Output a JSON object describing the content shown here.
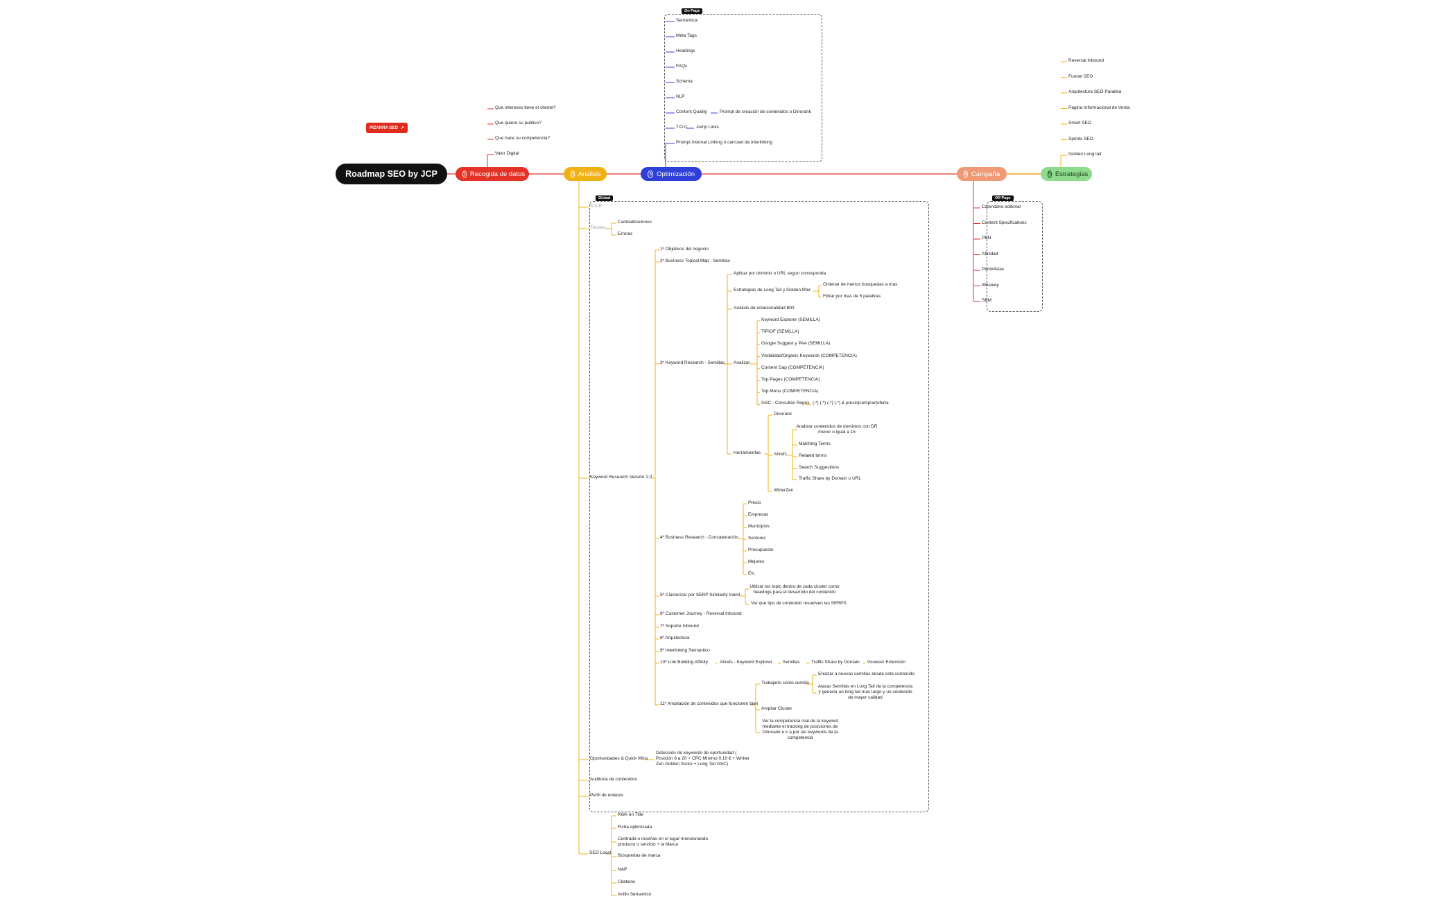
{
  "root": {
    "title": "Roadmap SEO by JCP"
  },
  "board_link": {
    "label": "PIZARRA SEO",
    "icon": "external-link-icon"
  },
  "branches": {
    "recogida": {
      "number": "1",
      "label": "Recogida de datos",
      "color": "#e53227",
      "items": [
        "Que intereses tiene el cliente?",
        "Que quiere su publico?",
        "Que hace su competencia?",
        "Valor Digital"
      ]
    },
    "analisis": {
      "number": "2",
      "label": "Análisis",
      "color": "#f0b114"
    },
    "contenido": {
      "number": "3",
      "label": "Optimización",
      "color": "#2f40d8"
    },
    "campana": {
      "number": "4",
      "label": "Campaña",
      "color": "#ef9a75"
    },
    "estrategias": {
      "number": "5",
      "label": "Estrategias",
      "color": "#8edb8e",
      "items": [
        "Reversal Inbound",
        "Funnel SEO",
        "Arquitectura SEO Paralela",
        "Pagina Informacional de Venta",
        "Smart SEO",
        "Sprints SEO",
        "Golden Long tail"
      ]
    }
  },
  "onpage": {
    "tag": "On Page",
    "items": [
      "Semántica",
      "Meta Tags",
      "Headings",
      "FAQs",
      "Schema",
      "NLP",
      "Content Quality",
      "T.O.C",
      "Prompt Internal Linking o carrusel de interlinking"
    ],
    "content_quality_child": "Prompt de creación de contenidos o Dinorank",
    "toc_child": "Jump Links"
  },
  "offpage": {
    "tag": "Off Page",
    "items": [
      "Calendario editorial",
      "Content Specifications",
      "PBN",
      "Afinidad",
      "Periodistas",
      "Wesleey",
      "SBM"
    ]
  },
  "global": {
    "tag": "Global",
    "sxr": "S.X.R",
    "tecnico": "Técnico",
    "tecnico_items": [
      "Canibalizaciones",
      "Errores"
    ],
    "kr": "Keyword Research Versión 2.0",
    "steps": [
      "1º Objetivos del negocio",
      "2º Business Topical Map - Semillas",
      "3º Keyword Research - Semillas",
      "4º Business Research - Concatenación",
      "5º Clusterizar por SERP Similarity Intent",
      "6º Customer Journey - Reversal Inbound",
      "7º Soporte Inbound",
      "8º Arquitectura",
      "9º Interlinking Semantico",
      "10º Link Building Affinity",
      "11º Ampliación de contenidos que funcionen bien"
    ],
    "kr3": {
      "aplicar": "Aplicar por dominio o URL segun corresponda",
      "estrategias": "Estrategias de Long Tail y Golden filter",
      "estrategias_children": [
        "Ordenar de menos busquedas a mas",
        "Filtrar por mas de 5 palabras"
      ],
      "estacionalidad": "Análisis de estacionalidad BIG",
      "analizar": "Analizar",
      "analizar_items": [
        "Keyword Explorer (SEMILLA)",
        "TIPIOF (SEMILLA)",
        "Google Suggest y PAA (SEMILLA)",
        "Visibilidad/Organic Keywords (COMPETENCIA)",
        "Content Gap (COMPETENCIA)",
        "Top Pages (COMPETENCIA)",
        "Top Menu (COMPETENCIA)",
        "GSC - Consultas Regex"
      ],
      "regex": "(.*) (.*) (.*) (.*) & precio|comprar|oferta",
      "herramientas": "Herramientas",
      "dinorank": "Dinorank",
      "ahrefs": "Ahrefs",
      "ahrefs_items": [
        "Analizar contenidos de dominios con DR menor o igual a 15",
        "Matching Terms",
        "Related terms",
        "Search Suggestions",
        "Traffic Share by Domain o URL"
      ],
      "writerzen": "WriterZen"
    },
    "kr4_items": [
      "Precio",
      "Empresas",
      "Municipios",
      "Sectores",
      "Presupuesto",
      "Mejores",
      "Etc."
    ],
    "kr5_items": [
      "Utilizar los topic dentro de cada cluster como headings para el desarrollo del contenido",
      "Ver que tipo de contenido resuelven las SERPS"
    ],
    "kr10_chain": [
      "Ahrefs - Keyword Explorer",
      "Semillas",
      "Traffic Share by Domain",
      "Growser Extensión"
    ],
    "kr11": {
      "trabajarlo": "Trabajarlo como semilla",
      "trabajarlo_items": [
        "Enlazar a nuevas semillas desde este contenido",
        "Atacar Semillas en Long Tail de la competencia y generar un long tail mas largo y un contenido de mayor calidad"
      ],
      "ampliar": "Ampliar Cluster",
      "ver": "Ver la competencia real de la keyword mediante el tracking de posiciones de Dinorank e ir a por las keywords de la competencia"
    },
    "oportunidades": "Oportunidades & Quick Wins",
    "oportunidades_child": "Detección de keywords de oportunidad ( Posición 6 a 20 + CPC Mínimo 0.10 € + Writter Zen Golden Score + Long Tail GSC)",
    "auditoria": "Auditoria de contenidos",
    "perfil": "Perfil de enlaces"
  },
  "local": {
    "label": "SEO Local",
    "items": [
      "KW# en Title",
      "Ficha optimizada",
      "Centrada o reseñas en el lugar mencionando producto o servicio + la Marca",
      "Búsquedas de marca",
      "NAP",
      "Citations",
      "Anillo Semantico"
    ]
  }
}
